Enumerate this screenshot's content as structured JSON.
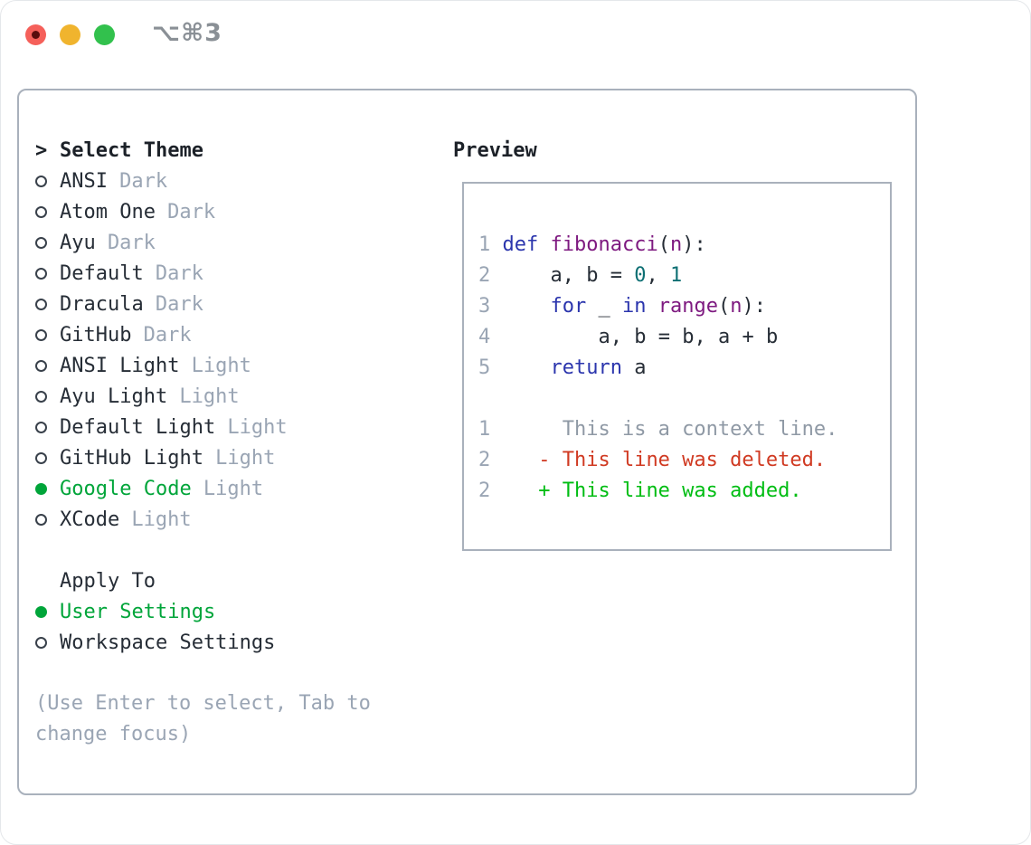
{
  "window": {
    "title": "⌥⌘3",
    "traffic_lights": [
      {
        "name": "close",
        "color": "#f5605a"
      },
      {
        "name": "minimize",
        "color": "#f0b42e"
      },
      {
        "name": "zoom",
        "color": "#32c14d"
      }
    ]
  },
  "theme_panel": {
    "header": "Select Theme",
    "cursor": ">",
    "items": [
      {
        "label": "ANSI",
        "variant": "Dark",
        "selected": false
      },
      {
        "label": "Atom One",
        "variant": "Dark",
        "selected": false
      },
      {
        "label": "Ayu",
        "variant": "Dark",
        "selected": false
      },
      {
        "label": "Default",
        "variant": "Dark",
        "selected": false
      },
      {
        "label": "Dracula",
        "variant": "Dark",
        "selected": false
      },
      {
        "label": "GitHub",
        "variant": "Dark",
        "selected": false
      },
      {
        "label": "ANSI Light",
        "variant": "Light",
        "selected": false
      },
      {
        "label": "Ayu Light",
        "variant": "Light",
        "selected": false
      },
      {
        "label": "Default Light",
        "variant": "Light",
        "selected": false
      },
      {
        "label": "GitHub Light",
        "variant": "Light",
        "selected": false
      },
      {
        "label": "Google Code",
        "variant": "Light",
        "selected": true
      },
      {
        "label": "XCode",
        "variant": "Light",
        "selected": false
      }
    ]
  },
  "apply_panel": {
    "header": "Apply To",
    "options": [
      {
        "label": "User Settings",
        "selected": true
      },
      {
        "label": "Workspace Settings",
        "selected": false
      }
    ]
  },
  "hint_lines": [
    "(Use Enter to select, Tab to",
    "change focus)"
  ],
  "preview_panel": {
    "header": "Preview",
    "code_lines": [
      {
        "num": "1",
        "tokens": [
          [
            "def",
            "kw"
          ],
          [
            " ",
            "pln"
          ],
          [
            "fibonacci",
            "fn"
          ],
          [
            "(",
            "pln"
          ],
          [
            "n",
            "prm"
          ],
          [
            "):",
            "pln"
          ]
        ]
      },
      {
        "num": "2",
        "tokens": [
          [
            "    ",
            "pln"
          ],
          [
            "a",
            "pln"
          ],
          [
            ", ",
            "pln"
          ],
          [
            "b",
            "pln"
          ],
          [
            " = ",
            "pln"
          ],
          [
            "0",
            "num"
          ],
          [
            ", ",
            "pln"
          ],
          [
            "1",
            "num"
          ]
        ]
      },
      {
        "num": "3",
        "tokens": [
          [
            "    ",
            "pln"
          ],
          [
            "for",
            "kw"
          ],
          [
            " _ ",
            "pln"
          ],
          [
            "in",
            "kw"
          ],
          [
            " ",
            "pln"
          ],
          [
            "range",
            "fn"
          ],
          [
            "(",
            "pln"
          ],
          [
            "n",
            "prm"
          ],
          [
            "):",
            "pln"
          ]
        ]
      },
      {
        "num": "4",
        "tokens": [
          [
            "        ",
            "pln"
          ],
          [
            "a",
            "pln"
          ],
          [
            ", ",
            "pln"
          ],
          [
            "b",
            "pln"
          ],
          [
            " = ",
            "pln"
          ],
          [
            "b",
            "pln"
          ],
          [
            ", ",
            "pln"
          ],
          [
            "a",
            "pln"
          ],
          [
            " + ",
            "pln"
          ],
          [
            "b",
            "pln"
          ]
        ]
      },
      {
        "num": "5",
        "tokens": [
          [
            "    ",
            "pln"
          ],
          [
            "return",
            "kw"
          ],
          [
            " ",
            "pln"
          ],
          [
            "a",
            "pln"
          ]
        ]
      }
    ],
    "diff_lines": [
      {
        "num": "1",
        "marker": " ",
        "text": "This is a context line.",
        "kind": "ctx"
      },
      {
        "num": "2",
        "marker": "-",
        "text": "This line was deleted.",
        "kind": "del"
      },
      {
        "num": "2",
        "marker": "+",
        "text": "This line was added.",
        "kind": "add"
      }
    ]
  },
  "colors": {
    "accent_green": "#00a53a",
    "diff_added": "#00bd13",
    "diff_deleted": "#d03a22",
    "diff_context": "#8f99a5",
    "muted_gray": "#9aa5b4",
    "keyword_blue": "#2b35ad",
    "function_purple": "#7e1a80",
    "literal_teal": "#0d6f73",
    "text_dark": "#262d36",
    "border_gray": "#a9b1bc",
    "title_gray": "#8a9096",
    "light_red": "#f5605a",
    "light_red_dot": "#5a0d0d",
    "light_yellow": "#f0b42e",
    "light_green": "#32c14d"
  }
}
